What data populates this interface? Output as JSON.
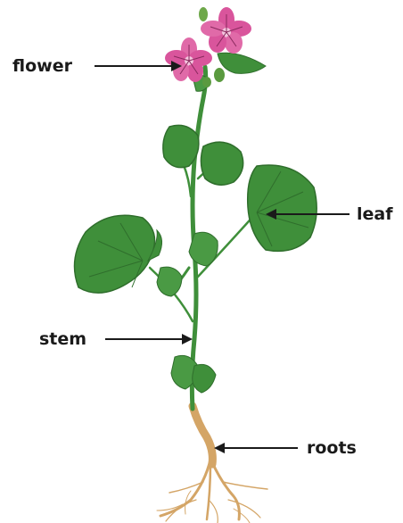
{
  "labels": {
    "flower": "flower",
    "leaf": "leaf",
    "stem": "stem",
    "roots": "roots"
  },
  "colors": {
    "leaf_green": "#3f8f3a",
    "leaf_dark": "#2f6e2c",
    "petal_pink": "#d9559c",
    "petal_light": "#ee8ec2",
    "root_tan": "#d4a566",
    "label_text": "#1a1a1a"
  }
}
